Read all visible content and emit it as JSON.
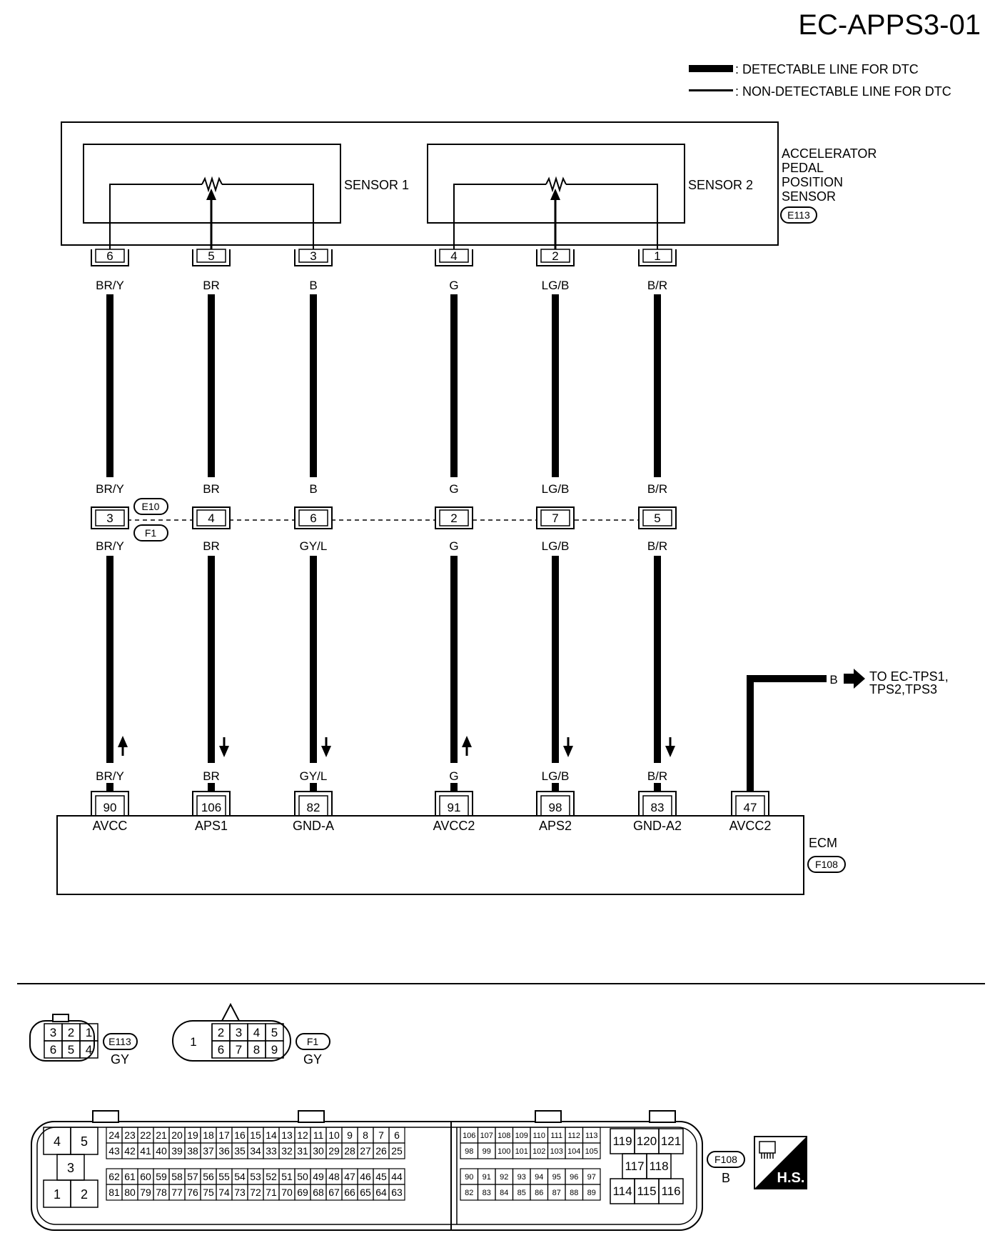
{
  "page_code": "EC-APPS3-01",
  "legend": {
    "detectable": ": DETECTABLE LINE FOR DTC",
    "non_detectable": ": NON-DETECTABLE LINE FOR DTC"
  },
  "sensor_assembly": {
    "name_lines": [
      "ACCELERATOR",
      "PEDAL",
      "POSITION",
      "SENSOR"
    ],
    "connector": "E113",
    "sensor1_label": "SENSOR 1",
    "sensor2_label": "SENSOR 2"
  },
  "junction": {
    "connector_top": "E10",
    "connector_bottom": "F1"
  },
  "circuits": [
    {
      "sensor_pin": "6",
      "wire_upper": "BR/Y",
      "junction_pin": "3",
      "wire_lower": "BR/Y",
      "ecm_pin": "90",
      "ecm_signal": "AVCC",
      "arrow": "up"
    },
    {
      "sensor_pin": "5",
      "wire_upper": "BR",
      "junction_pin": "4",
      "wire_lower": "BR",
      "ecm_pin": "106",
      "ecm_signal": "APS1",
      "arrow": "down"
    },
    {
      "sensor_pin": "3",
      "wire_upper": "B",
      "junction_pin": "6",
      "wire_lower": "GY/L",
      "ecm_pin": "82",
      "ecm_signal": "GND-A",
      "arrow": "down"
    },
    {
      "sensor_pin": "4",
      "wire_upper": "G",
      "junction_pin": "2",
      "wire_lower": "G",
      "ecm_pin": "91",
      "ecm_signal": "AVCC2",
      "arrow": "up"
    },
    {
      "sensor_pin": "2",
      "wire_upper": "LG/B",
      "junction_pin": "7",
      "wire_lower": "LG/B",
      "ecm_pin": "98",
      "ecm_signal": "APS2",
      "arrow": "down"
    },
    {
      "sensor_pin": "1",
      "wire_upper": "B/R",
      "junction_pin": "5",
      "wire_lower": "B/R",
      "ecm_pin": "83",
      "ecm_signal": "GND-A2",
      "arrow": "down"
    }
  ],
  "extra_circuit": {
    "ecm_pin": "47",
    "ecm_signal": "AVCC2",
    "wire": "B",
    "to_wire": "B",
    "to_lines": [
      "TO EC-TPS1,",
      "TPS2,TPS3"
    ]
  },
  "ecm": {
    "name": "ECM",
    "connector": "F108"
  },
  "connector_views": {
    "e113": {
      "id": "E113",
      "color": "GY",
      "rows": [
        [
          "3",
          "2",
          "1"
        ],
        [
          "6",
          "5",
          "4"
        ]
      ]
    },
    "f1": {
      "id": "F1",
      "color": "GY",
      "big": "1",
      "rows": [
        [
          "2",
          "3",
          "4",
          "5"
        ],
        [
          "6",
          "7",
          "8",
          "9"
        ]
      ]
    },
    "f108": {
      "id": "F108",
      "color": "B",
      "left_block": [
        "4",
        "5",
        "3",
        "1",
        "2"
      ],
      "mid_rows": [
        [
          "24",
          "23",
          "22",
          "21",
          "20",
          "19",
          "18",
          "17",
          "16",
          "15",
          "14",
          "13",
          "12",
          "11",
          "10",
          "9",
          "8",
          "7",
          "6"
        ],
        [
          "43",
          "42",
          "41",
          "40",
          "39",
          "38",
          "37",
          "36",
          "35",
          "34",
          "33",
          "32",
          "31",
          "30",
          "29",
          "28",
          "27",
          "26",
          "25"
        ],
        [
          "62",
          "61",
          "60",
          "59",
          "58",
          "57",
          "56",
          "55",
          "54",
          "53",
          "52",
          "51",
          "50",
          "49",
          "48",
          "47",
          "46",
          "45",
          "44"
        ],
        [
          "81",
          "80",
          "79",
          "78",
          "77",
          "76",
          "75",
          "74",
          "73",
          "72",
          "71",
          "70",
          "69",
          "68",
          "67",
          "66",
          "65",
          "64",
          "63"
        ]
      ],
      "right_rows": [
        [
          "106",
          "107",
          "108",
          "109",
          "110",
          "111",
          "112",
          "113"
        ],
        [
          "98",
          "99",
          "100",
          "101",
          "102",
          "103",
          "104",
          "105"
        ],
        [
          "90",
          "91",
          "92",
          "93",
          "94",
          "95",
          "96",
          "97"
        ],
        [
          "82",
          "83",
          "84",
          "85",
          "86",
          "87",
          "88",
          "89"
        ]
      ],
      "far_right": [
        [
          "119",
          "120",
          "121"
        ],
        [
          "117",
          "118"
        ],
        [
          "114",
          "115",
          "116"
        ]
      ]
    },
    "hs_label": "H.S."
  }
}
